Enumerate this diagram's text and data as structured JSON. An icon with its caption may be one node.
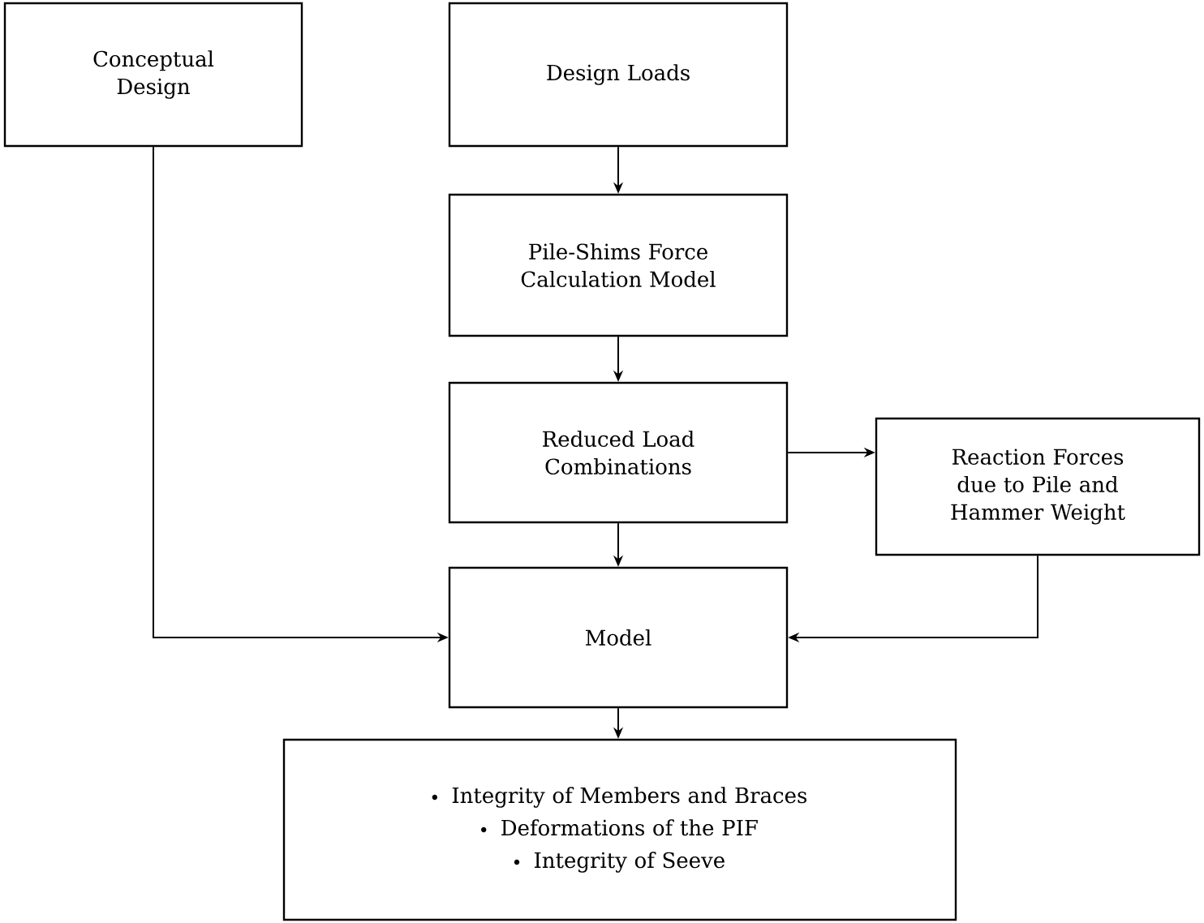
{
  "diagram": {
    "nodes": [
      {
        "text": [
          "Conceptual Design"
        ]
      },
      {
        "text": [
          "Design Loads"
        ]
      },
      {
        "text": [
          "Pile-Shims Force Calculation Model"
        ]
      },
      {
        "text": [
          "Reduced Load Combinations"
        ]
      },
      {
        "text": [
          "Reaction Forces due to Pile and Hammer Weight"
        ]
      },
      {
        "text": [
          "Model"
        ]
      },
      {
        "text": [
          "Integrity of Members and Braces",
          "Deformations of the PIF",
          "Integrity of Seeve"
        ]
      }
    ],
    "edges": [
      {
        "from": 1,
        "to": 2,
        "arrow": "to"
      },
      {
        "from": 2,
        "to": 3,
        "arrow": "to"
      },
      {
        "from": 3,
        "to": 4,
        "arrow": "to"
      },
      {
        "from": 3,
        "to": 5,
        "arrow": "to"
      },
      {
        "from": 0,
        "to": 5,
        "arrow": "to"
      },
      {
        "from": 4,
        "to": 5,
        "arrow": "to"
      },
      {
        "from": 5,
        "to": 6,
        "arrow": "to"
      }
    ]
  }
}
